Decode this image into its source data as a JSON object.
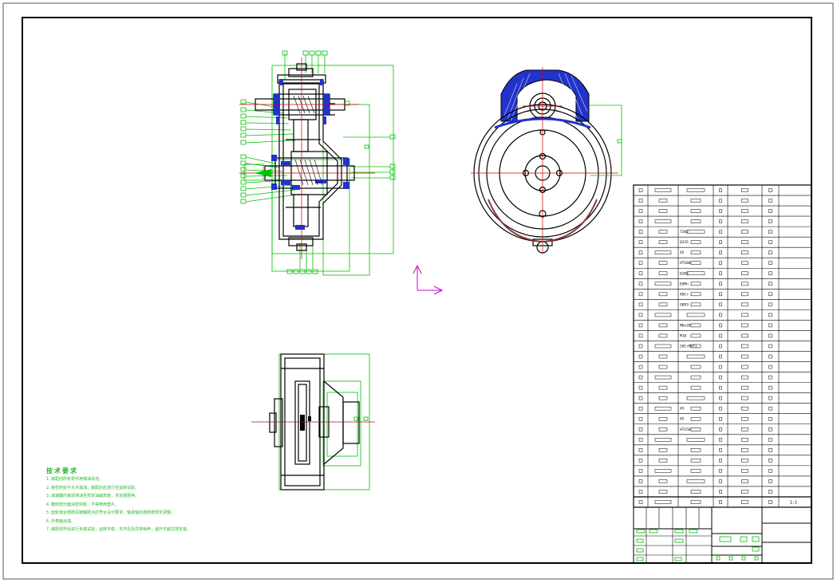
{
  "tech_notes": {
    "title": "技术要求",
    "lines": [
      "1.装配前所有零件用煤油清洗。",
      "2.各密封处不允许漏油，装配后应进行空运转试验。",
      "3.减速器内装润滑油至规定油面高度，并定期更换。",
      "4.箱体剖分面涂密封胶，不得使用垫片。",
      "5.齿轮啮合侧隙及接触斑点应符合设计要求，轴承轴向游隙按规定调整。",
      "6.外表面涂漆。",
      "7.装配完毕后进行负载试验，运转平稳，无冲击及异常噪声，温升不超过规定值。"
    ]
  },
  "bom_cells": [
    [
      "7205",
      "Q235",
      "45",
      "HT200"
    ],
    [
      "6205",
      "65Mn",
      "40Cr",
      "GB93"
    ],
    [
      "M8x20",
      "M10",
      "20CrMnTi"
    ],
    [
      "45",
      "45",
      "HT150"
    ]
  ],
  "scale_label": "1:1",
  "colors": {
    "outline": "#000000",
    "annotation": "#00c000",
    "hatch": "#2233cc",
    "centerline": "#cc0000",
    "ucs": "#cc00cc"
  }
}
